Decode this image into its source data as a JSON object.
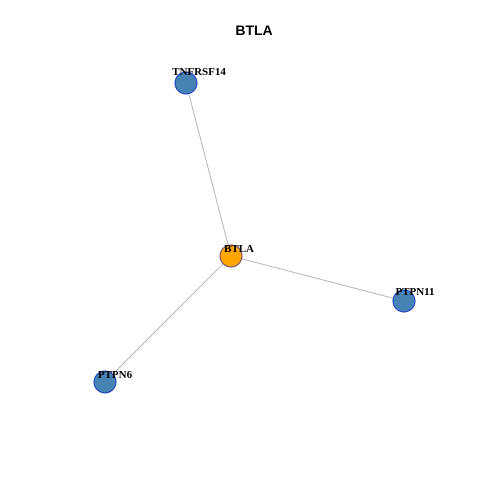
{
  "title": "BTLA",
  "colors": {
    "hub_fill": "#FFA500",
    "hub_stroke": "#6A4A7A",
    "neighbor_fill": "#4682B4",
    "neighbor_stroke": "#1C3FBF",
    "edge": "#A9A9A9"
  },
  "network": {
    "nodes": [
      {
        "id": "BTLA",
        "label": "BTLA",
        "role": "hub"
      },
      {
        "id": "TNFRSF14",
        "label": "TNFRSF14",
        "role": "neighbor"
      },
      {
        "id": "PTPN11",
        "label": "PTPN11",
        "role": "neighbor"
      },
      {
        "id": "PTPN6",
        "label": "PTPN6",
        "role": "neighbor"
      }
    ],
    "edges": [
      {
        "source": "BTLA",
        "target": "TNFRSF14"
      },
      {
        "source": "BTLA",
        "target": "PTPN11"
      },
      {
        "source": "BTLA",
        "target": "PTPN6"
      }
    ]
  }
}
